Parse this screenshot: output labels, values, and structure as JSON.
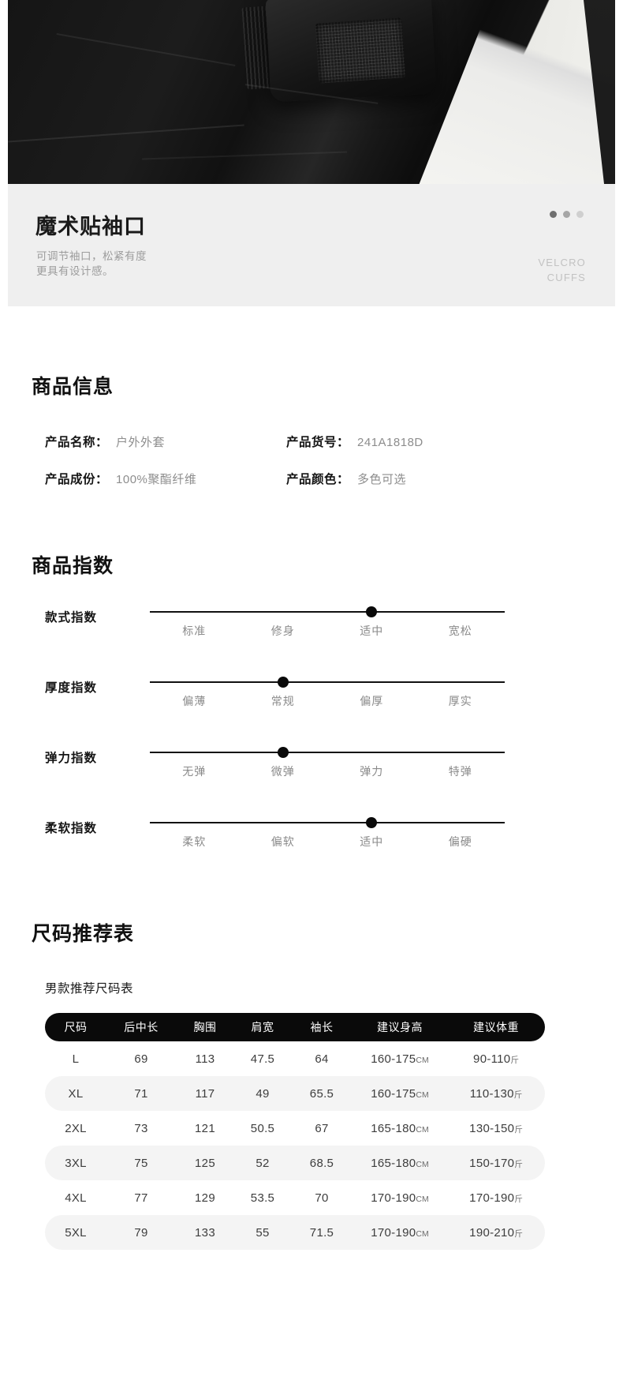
{
  "banner": {
    "title": "魔术贴袖口",
    "subtitle_line1": "可调节袖口，松紧有度",
    "subtitle_line2": "更具有设计感。",
    "english_line1": "VELCRO",
    "english_line2": "CUFFS",
    "dots": [
      "dot-active",
      "dot-mid",
      "dot-inactive"
    ]
  },
  "product_info": {
    "section_title": "商品信息",
    "rows": [
      {
        "k1": "产品名称：",
        "v1": "户外外套",
        "k2": "产品货号：",
        "v2": "241A1818D"
      },
      {
        "k1": "产品成份：",
        "v1": "100%聚酯纤维",
        "k2": "产品颜色：",
        "v2": "多色可选"
      }
    ]
  },
  "product_index": {
    "section_title": "商品指数",
    "rows": [
      {
        "label": "款式指数",
        "ticks": [
          "标准",
          "修身",
          "适中",
          "宽松"
        ],
        "selected": 2,
        "knob_percent": 62.5
      },
      {
        "label": "厚度指数",
        "ticks": [
          "偏薄",
          "常规",
          "偏厚",
          "厚实"
        ],
        "selected": 1,
        "knob_percent": 37.5
      },
      {
        "label": "弹力指数",
        "ticks": [
          "无弹",
          "微弹",
          "弹力",
          "特弹"
        ],
        "selected": 1,
        "knob_percent": 37.5
      },
      {
        "label": "柔软指数",
        "ticks": [
          "柔软",
          "偏软",
          "适中",
          "偏硬"
        ],
        "selected": 2,
        "knob_percent": 62.5
      }
    ]
  },
  "size_chart": {
    "section_title": "尺码推荐表",
    "subtitle": "男款推荐尺码表",
    "columns": [
      "尺码",
      "后中长",
      "胸围",
      "肩宽",
      "袖长",
      "建议身高",
      "建议体重"
    ],
    "rows": [
      {
        "size": "L",
        "back_length": "69",
        "bust": "113",
        "shoulder": "47.5",
        "sleeve": "64",
        "height": "160-175",
        "height_unit": "CM",
        "weight": "90-110",
        "weight_unit": "斤"
      },
      {
        "size": "XL",
        "back_length": "71",
        "bust": "117",
        "shoulder": "49",
        "sleeve": "65.5",
        "height": "160-175",
        "height_unit": "CM",
        "weight": "110-130",
        "weight_unit": "斤"
      },
      {
        "size": "2XL",
        "back_length": "73",
        "bust": "121",
        "shoulder": "50.5",
        "sleeve": "67",
        "height": "165-180",
        "height_unit": "CM",
        "weight": "130-150",
        "weight_unit": "斤"
      },
      {
        "size": "3XL",
        "back_length": "75",
        "bust": "125",
        "shoulder": "52",
        "sleeve": "68.5",
        "height": "165-180",
        "height_unit": "CM",
        "weight": "150-170",
        "weight_unit": "斤"
      },
      {
        "size": "4XL",
        "back_length": "77",
        "bust": "129",
        "shoulder": "53.5",
        "sleeve": "70",
        "height": "170-190",
        "height_unit": "CM",
        "weight": "170-190",
        "weight_unit": "斤"
      },
      {
        "size": "5XL",
        "back_length": "79",
        "bust": "133",
        "shoulder": "55",
        "sleeve": "71.5",
        "height": "170-190",
        "height_unit": "CM",
        "weight": "190-210",
        "weight_unit": "斤"
      }
    ]
  },
  "colors": {
    "banner_bg": "#efefef",
    "title_text": "#1a1a1a",
    "muted_text": "#8d8d8d",
    "table_header_bg": "#0a0a0a",
    "table_alt_row_bg": "#f4f4f4"
  }
}
